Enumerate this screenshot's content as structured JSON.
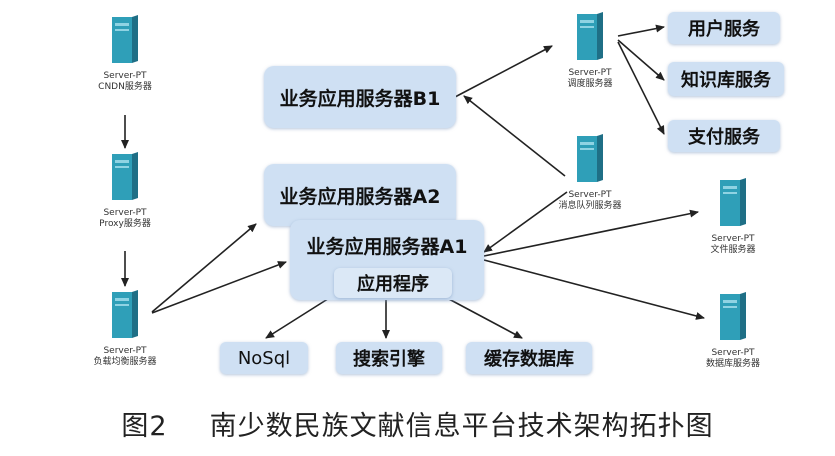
{
  "nodes": {
    "cndn": {
      "line1": "Server-PT",
      "line2": "CNDN服务器"
    },
    "proxy": {
      "line1": "Server-PT",
      "line2": "Proxy服务器"
    },
    "lb": {
      "line1": "Server-PT",
      "line2": "负载均衡服务器"
    },
    "dispatch": {
      "line1": "Server-PT",
      "line2": "调度服务器"
    },
    "mq": {
      "line1": "Server-PT",
      "line2": "消息队列服务器"
    },
    "file": {
      "line1": "Server-PT",
      "line2": "文件服务器"
    },
    "db": {
      "line1": "Server-PT",
      "line2": "数据库服务器"
    }
  },
  "boxes": {
    "b1": "业务应用服务器B1",
    "a2": "业务应用服务器A2",
    "a1": "业务应用服务器A1",
    "app": "应用程序",
    "user_service": "用户服务",
    "kb_service": "知识库服务",
    "pay_service": "支付服务",
    "nosql": "NoSql",
    "search": "搜索引擎",
    "cache": "缓存数据库"
  },
  "caption": {
    "figure": "图2",
    "title": "南少数民族文献信息平台技术架构拓扑图"
  },
  "colors": {
    "box_fill": "#cfe0f3",
    "tower_front": "#2f9fb8",
    "tower_side": "#1f6f86",
    "arrow": "#222222"
  }
}
